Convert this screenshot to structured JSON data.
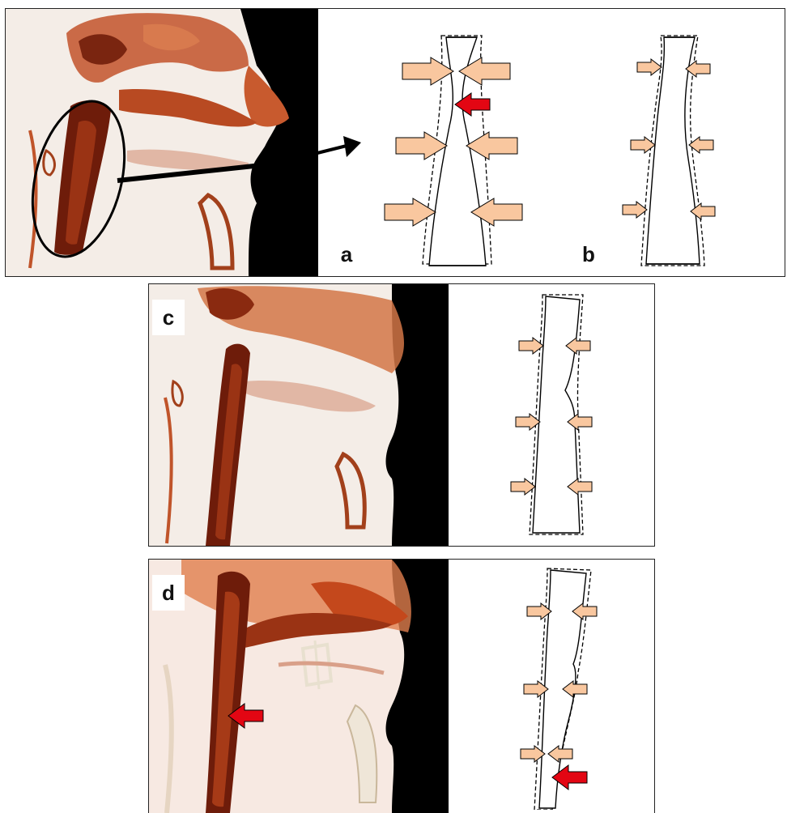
{
  "figure": {
    "panels": [
      {
        "id": "a",
        "label": "a"
      },
      {
        "id": "b",
        "label": "b"
      },
      {
        "id": "c",
        "label": "c"
      },
      {
        "id": "d",
        "label": "d"
      }
    ]
  },
  "colors": {
    "scan_tissue": "#b5441d",
    "scan_airway": "#6e1c0a",
    "scan_background": "#f3ece6",
    "compression_arrow": "#f9c79f",
    "highlight_arrow": "#e30613",
    "frame": "#222222"
  },
  "icons": {
    "compression": "beige-right-arrow-icon",
    "highlight": "red-left-arrow-icon",
    "pointer": "black-arrow-icon"
  }
}
